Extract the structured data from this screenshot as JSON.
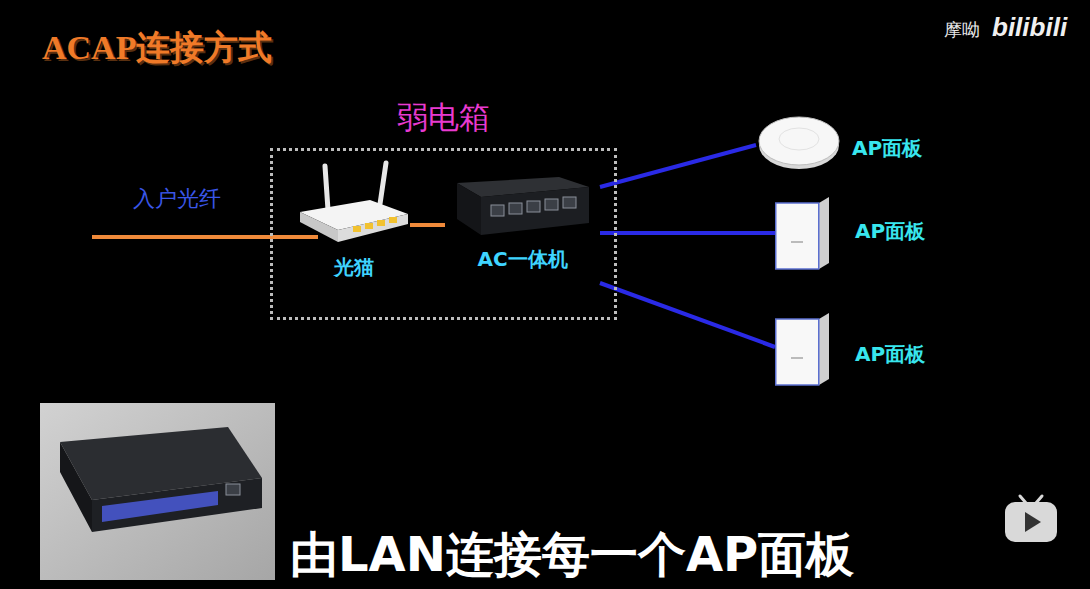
{
  "diagram": {
    "title": "ACAP连接方式",
    "caption": "由LAN连接每一个AP面板",
    "nodes": [
      {
        "text": [
          "弱电箱"
        ]
      },
      {
        "text": [
          "光猫"
        ],
        "in": 0
      },
      {
        "text": [
          "AC一体机"
        ],
        "in": 0
      },
      {
        "text": [
          "AP面板"
        ]
      },
      {
        "text": [
          "AP面板"
        ]
      },
      {
        "text": [
          "AP面板"
        ]
      }
    ],
    "edges": [
      {
        "from": 1,
        "to": 2,
        "arrow": "none"
      },
      {
        "from": 2,
        "to": 3,
        "arrow": "none"
      },
      {
        "from": 2,
        "to": 4,
        "arrow": "none"
      },
      {
        "from": 2,
        "to": 5,
        "arrow": "none"
      }
    ],
    "labels": [
      "入户光纤",
      "摩呦",
      "bilibili"
    ]
  }
}
